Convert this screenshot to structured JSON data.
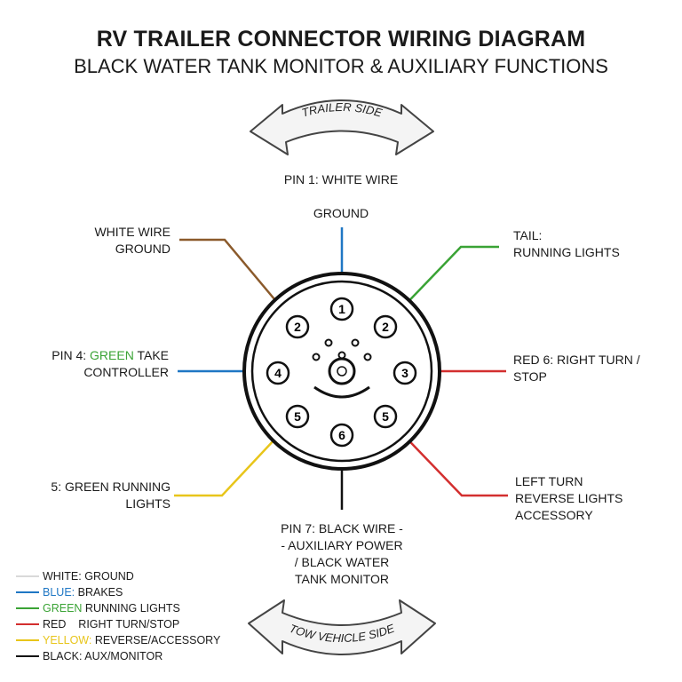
{
  "title": "RV TRAILER CONNECTOR WIRING DIAGRAM",
  "subtitle": "BLACK WATER TANK MONITOR & AUXILIARY FUNCTIONS",
  "arrows": {
    "top": "TRAILER SIDE",
    "bottom": "TOW VEHICLE SIDE"
  },
  "pins": {
    "pin1": "1",
    "pin2_left": "2",
    "pin2_right": "2",
    "pin3": "3",
    "pin4": "4",
    "pin5_left": "5",
    "pin5_right": "5",
    "pin6": "6"
  },
  "labels": {
    "pin1_header": "PIN 1: WHITE WIRE",
    "ground": "GROUND",
    "white_wire_ground": "WHITE WIRE\nGROUND",
    "tail": "TAIL:\nRUNNING LIGHTS",
    "pin4_prefix": "PIN 4: ",
    "pin4_green": "GREEN",
    "pin4_suffix": " TAKE\nCONTROLLER",
    "red6": "RED 6:  RIGHT TURN /\nSTOP",
    "green_running": "5: GREEN RUNNING\nLIGHTS",
    "left_turn": "LEFT TURN\nREVERSE LIGHTS\nACCESSORY",
    "pin7": "PIN 7: BLACK WIRE -\n- AUXILIARY POWER\n/ BLACK WATER\nTANK MONITOR"
  },
  "legend": [
    {
      "color_name": "WHITE:",
      "desc": " GROUND",
      "color": "#d9d9d9",
      "text_color": "#1a1a1a"
    },
    {
      "color_name": "BLUE:",
      "desc": " BRAKES",
      "color": "#1f77c4",
      "text_color": "#1f77c4"
    },
    {
      "color_name": "GREEN",
      "desc": " RUNNING LIGHTS",
      "color": "#3aa335",
      "text_color": "#3aa335"
    },
    {
      "color_name": "RED",
      "desc": "    RIGHT TURN/STOP",
      "color": "#d32f2f",
      "text_color": "#1a1a1a"
    },
    {
      "color_name": "YELLOW:",
      "desc": " REVERSE/ACCESSORY",
      "color": "#e8c51a",
      "text_color": "#e8c51a"
    },
    {
      "color_name": "BLACK:",
      "desc": " AUX/MONITOR",
      "color": "#111111",
      "text_color": "#1a1a1a"
    }
  ],
  "colors": {
    "white_wire": "#d9d9d9",
    "blue": "#1f77c4",
    "green": "#3aa335",
    "red": "#d32f2f",
    "yellow": "#e8c51a",
    "black": "#111111",
    "brown": "#8b5a2b"
  }
}
